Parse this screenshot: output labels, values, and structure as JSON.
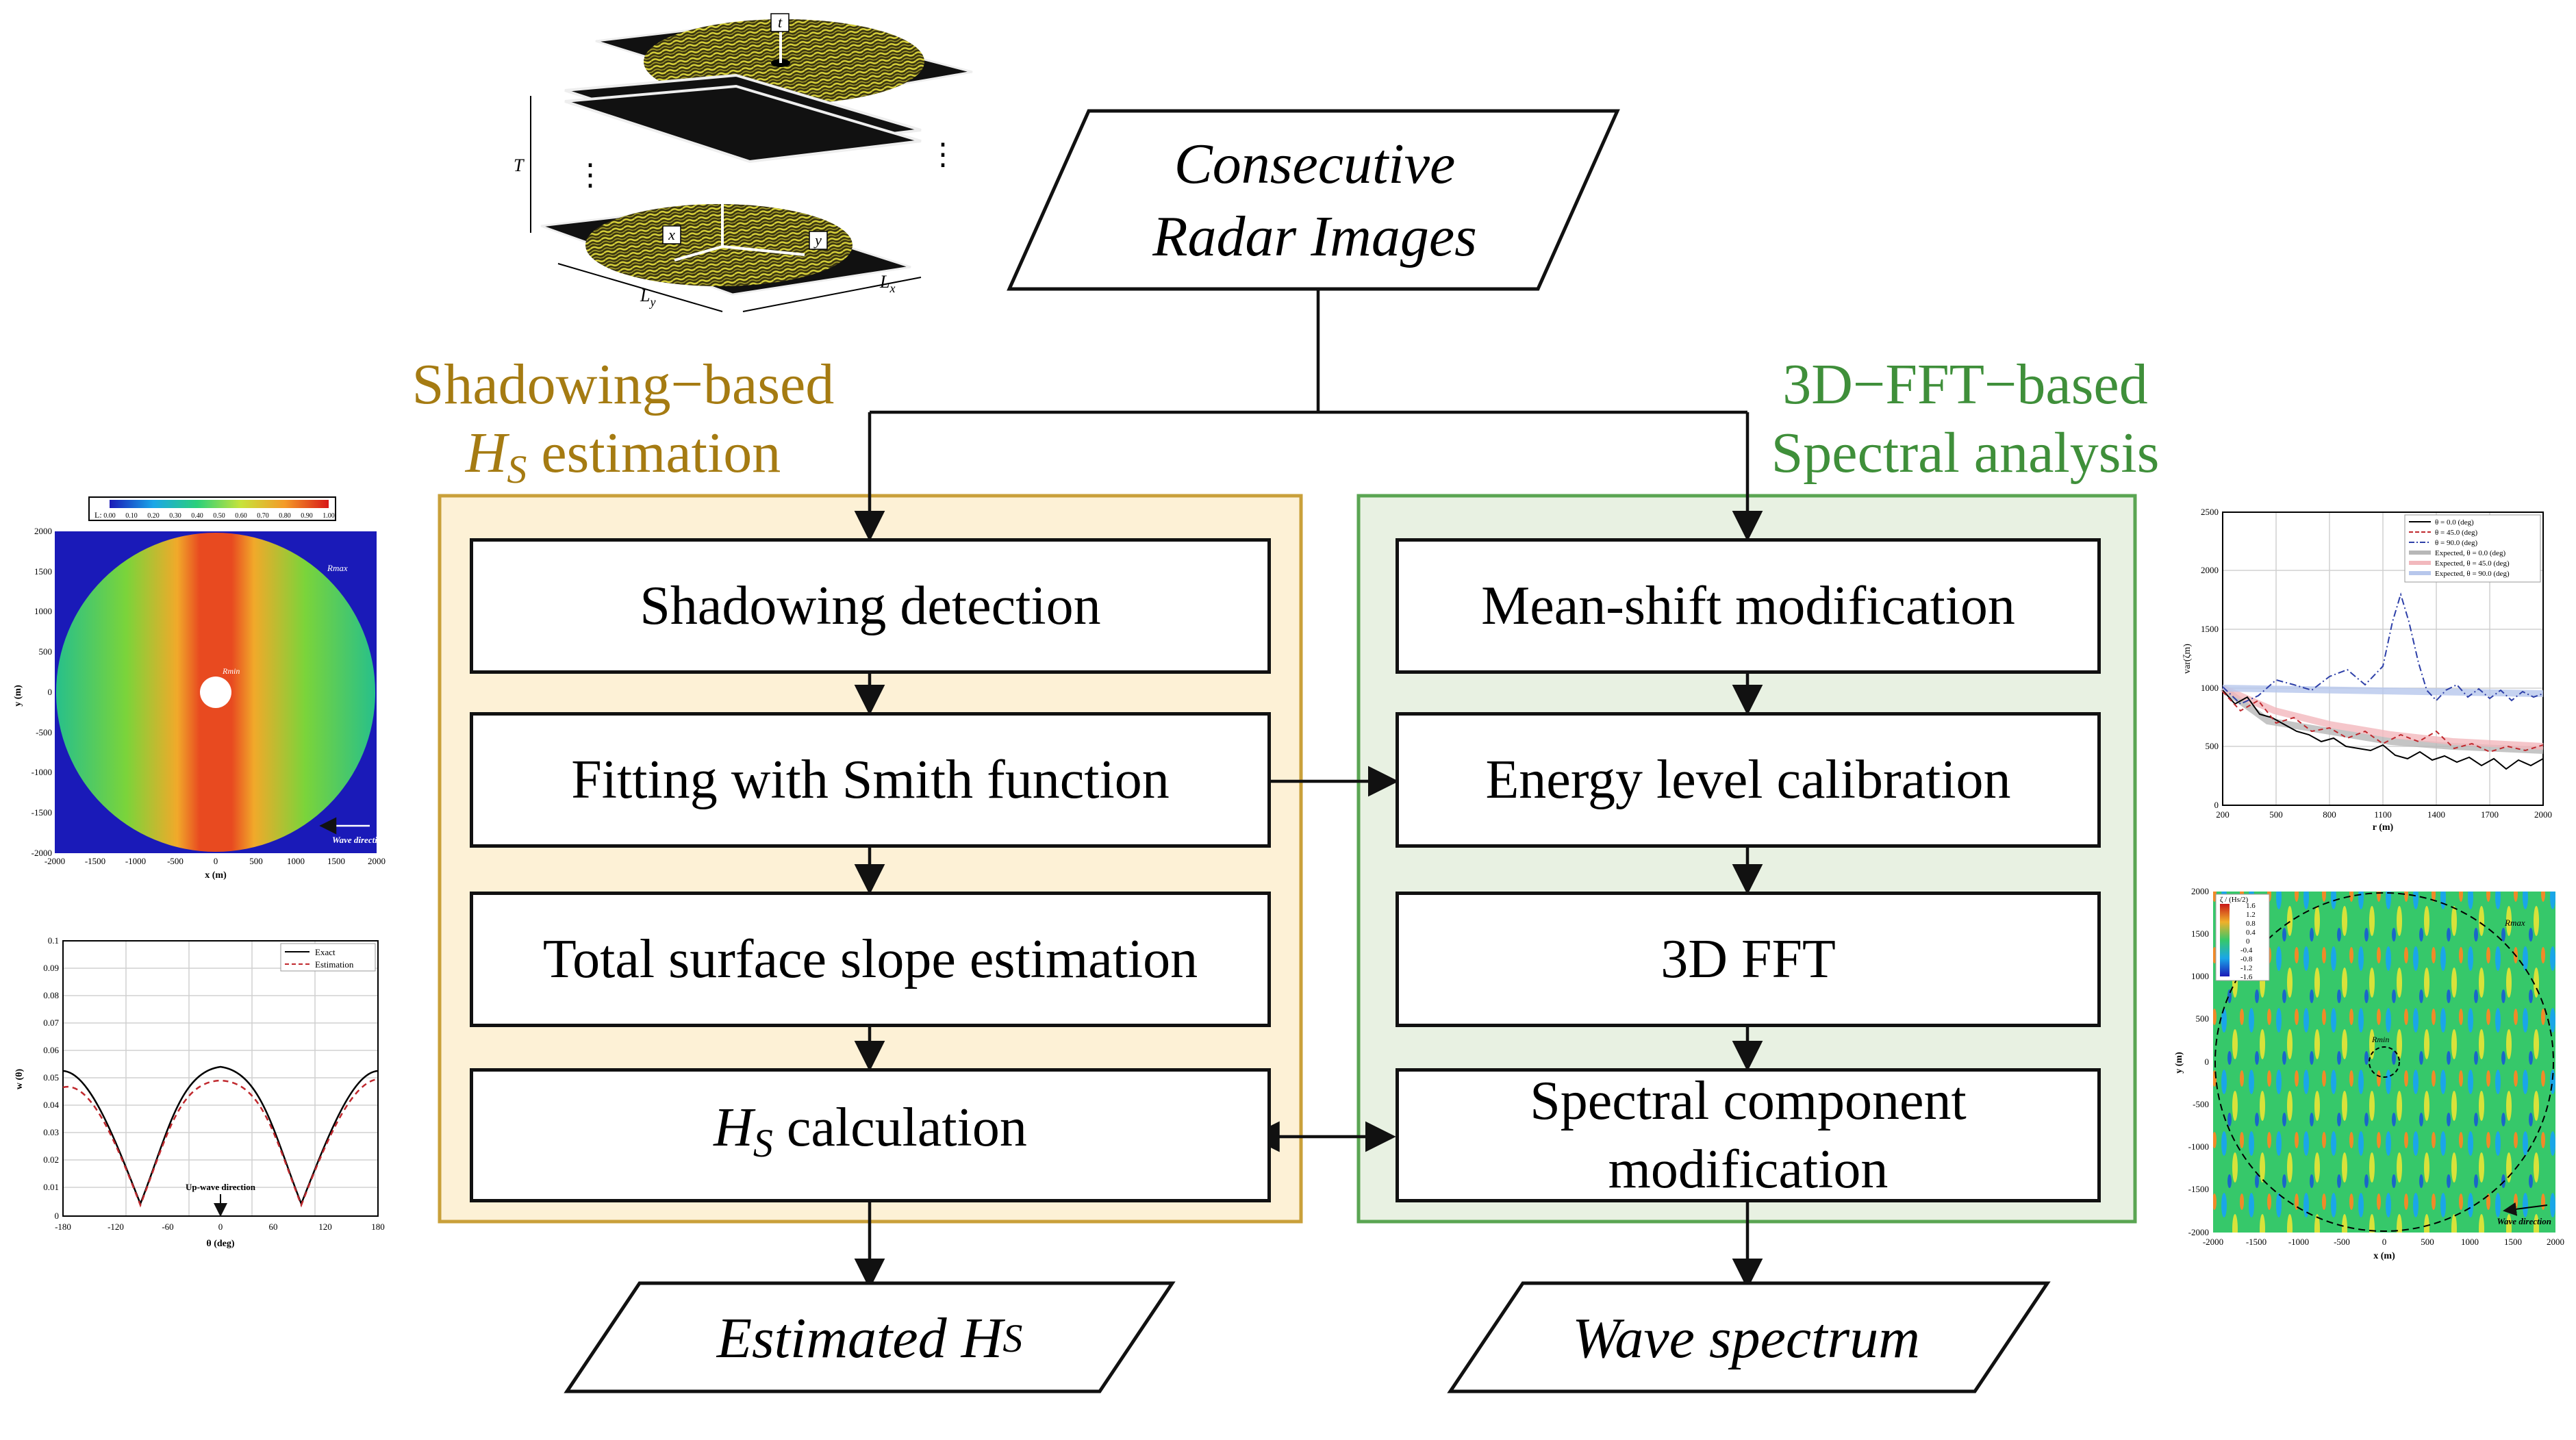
{
  "input": {
    "label_line1": "Consecutive",
    "label_line2": "Radar Images"
  },
  "left_branch": {
    "title_line1": "Shadowing−based",
    "title_h": "H",
    "title_sub": "S",
    "title_rest": " estimation",
    "steps": {
      "s1": "Shadowing detection",
      "s2": "Fitting with Smith function",
      "s3": "Total surface slope estimation",
      "s4_h": "H",
      "s4_sub": "S",
      "s4_rest": " calculation"
    },
    "output_text": "Estimated H",
    "output_sub": "S"
  },
  "right_branch": {
    "title_line1": "3D−FFT−based",
    "title_line2": "Spectral analysis",
    "steps": {
      "s1": "Mean-shift modification",
      "s2": "Energy level calibration",
      "s3": "3D FFT",
      "s4_line1": "Spectral component",
      "s4_line2": "modification"
    },
    "output_text": "Wave spectrum"
  },
  "thumb_radar_stack": {
    "t": "t",
    "T": "T",
    "x": "x",
    "y": "y",
    "Ly": "L",
    "Ly_sub": "y",
    "Lx": "L",
    "Lx_sub": "x",
    "dots": "⋮"
  },
  "thumb_illumination_map": {
    "colorbar_label": "L:",
    "colorbar_ticks": [
      "0.00",
      "0.10",
      "0.20",
      "0.30",
      "0.40",
      "0.50",
      "0.60",
      "0.70",
      "0.80",
      "0.90",
      "1.00"
    ],
    "y_ticks": [
      "2000",
      "1500",
      "1000",
      "500",
      "0",
      "-500",
      "-1000",
      "-1500",
      "-2000"
    ],
    "x_ticks": [
      "-2000",
      "-1500",
      "-1000",
      "-500",
      "0",
      "500",
      "1000",
      "1500",
      "2000"
    ],
    "ylabel": "y (m)",
    "xlabel": "x (m)",
    "rmax": "Rmax",
    "rmin": "Rmin",
    "wave_direction": "Wave direction"
  },
  "thumb_smith_function": {
    "y_ticks": [
      "0.1",
      "0.09",
      "0.08",
      "0.07",
      "0.06",
      "0.05",
      "0.04",
      "0.03",
      "0.02",
      "0.01",
      "0"
    ],
    "x_ticks": [
      "-180",
      "-120",
      "-60",
      "0",
      "60",
      "120",
      "180"
    ],
    "ylabel": "w (θ)",
    "xlabel": "θ (deg)",
    "legend_exact": "Exact",
    "legend_estimation": "Estimation",
    "annotation": "Up-wave direction"
  },
  "thumb_variance_plot": {
    "y_ticks": [
      "2500",
      "2000",
      "1500",
      "1000",
      "500",
      "0"
    ],
    "x_ticks": [
      "200",
      "500",
      "800",
      "1100",
      "1400",
      "1700",
      "2000"
    ],
    "ylabel": "var(ζm)",
    "xlabel": "r (m)",
    "legend": [
      "θ = 0.0 (deg)",
      "θ = 45.0 (deg)",
      "θ = 90.0 (deg)",
      "Expected, θ = 0.0 (deg)",
      "Expected, θ = 45.0 (deg)",
      "Expected, θ = 90.0 (deg)"
    ],
    "colors": [
      "#000000",
      "#c0282d",
      "#2d3fa8",
      "#b7b7b7",
      "#f2b8bd",
      "#b7c7ec"
    ]
  },
  "thumb_elevation_map": {
    "colorbar_label": "ζ / (Hs/2)",
    "colorbar_ticks": [
      "1.6",
      "1.2",
      "0.8",
      "0.4",
      "0",
      "-0.4",
      "-0.8",
      "-1.2",
      "-1.6"
    ],
    "y_ticks": [
      "2000",
      "1500",
      "1000",
      "500",
      "0",
      "-500",
      "-1000",
      "-1500",
      "-2000"
    ],
    "x_ticks": [
      "-2000",
      "-1500",
      "-1000",
      "-500",
      "0",
      "500",
      "1000",
      "1500",
      "2000"
    ],
    "ylabel": "y (m)",
    "xlabel": "x (m)",
    "rmax": "Rmax",
    "rmin": "Rmin",
    "wave_direction": "Wave direction"
  },
  "colors": {
    "left_box_fill": "#fdf1d6",
    "left_box_border": "#c9a03a",
    "left_title": "#a57b12",
    "right_box_fill": "#e8f1e2",
    "right_box_border": "#5aa552",
    "right_title": "#3f8f3a"
  }
}
